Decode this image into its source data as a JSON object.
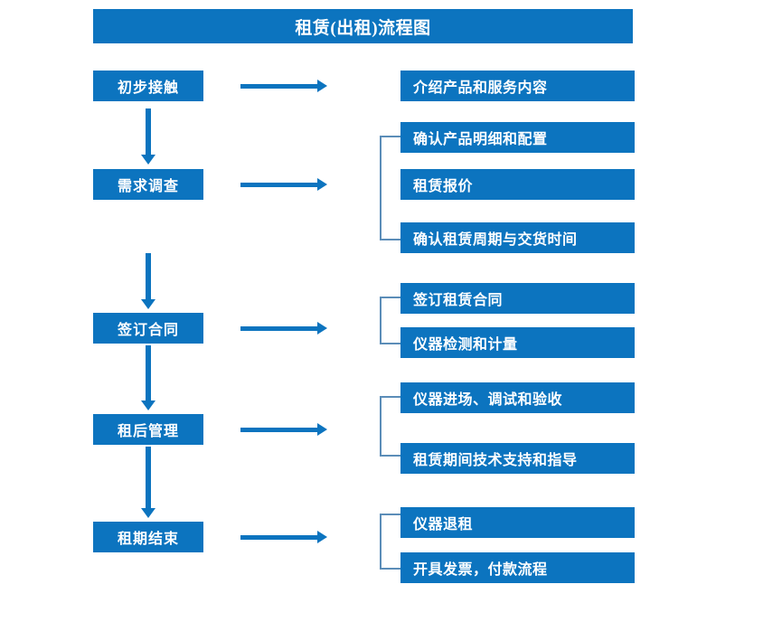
{
  "diagram": {
    "title": "租赁(出租)流程图",
    "accent_color": "#0c74bf",
    "bracket_color": "#5b8db8",
    "background_color": "#ffffff",
    "text_color": "#ffffff"
  },
  "stages": [
    {
      "label": "初步接触"
    },
    {
      "label": "需求调查"
    },
    {
      "label": "签订合同"
    },
    {
      "label": "租后管理"
    },
    {
      "label": "租期结束"
    }
  ],
  "details": [
    {
      "label": "介绍产品和服务内容"
    },
    {
      "label": "确认产品明细和配置"
    },
    {
      "label": "租赁报价"
    },
    {
      "label": "确认租赁周期与交货时间"
    },
    {
      "label": "签订租赁合同"
    },
    {
      "label": "仪器检测和计量"
    },
    {
      "label": "仪器进场、调试和验收"
    },
    {
      "label": "租赁期间技术支持和指导"
    },
    {
      "label": "仪器退租"
    },
    {
      "label": "开具发票，付款流程"
    }
  ]
}
